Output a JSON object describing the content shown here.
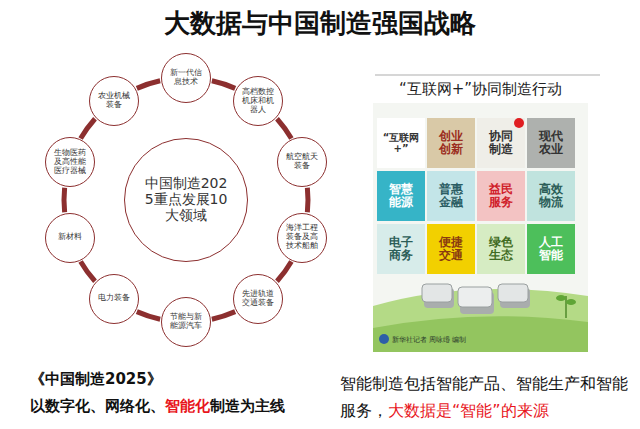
{
  "diagram": {
    "title": "大数据与中国制造强国战略",
    "nodes": [
      {
        "text": [
          "中国制造2025重点发展10大领域"
        ]
      },
      {
        "text": [
          "新一代信息技术"
        ]
      },
      {
        "text": [
          "高档数控机床和机器人"
        ]
      },
      {
        "text": [
          "航空航天装备"
        ]
      },
      {
        "text": [
          "海洋工程装备及高技术船舶"
        ]
      },
      {
        "text": [
          "先进轨道交通装备"
        ]
      },
      {
        "text": [
          "节能与新能源汽车"
        ]
      },
      {
        "text": [
          "电力装备"
        ]
      },
      {
        "text": [
          "新材料"
        ]
      },
      {
        "text": [
          "生物医药及高性能医疗器械"
        ]
      },
      {
        "text": [
          "农业机械装备"
        ]
      },
      {
        "text": [
          "“互联网+”"
        ]
      },
      {
        "text": [
          "创业创新"
        ]
      },
      {
        "text": [
          "协同制造"
        ]
      },
      {
        "text": [
          "现代农业"
        ]
      },
      {
        "text": [
          "智慧能源"
        ]
      },
      {
        "text": [
          "普惠金融"
        ]
      },
      {
        "text": [
          "益民服务"
        ]
      },
      {
        "text": [
          "高效物流"
        ]
      },
      {
        "text": [
          "电子商务"
        ]
      },
      {
        "text": [
          "便捷交通"
        ]
      },
      {
        "text": [
          "绿色生态"
        ]
      },
      {
        "text": [
          "人工智能"
        ]
      }
    ],
    "edges": [
      {
        "from": 1,
        "to": 2,
        "arrow": "none"
      },
      {
        "from": 2,
        "to": 3,
        "arrow": "none"
      },
      {
        "from": 3,
        "to": 4,
        "arrow": "none"
      },
      {
        "from": 4,
        "to": 5,
        "arrow": "none"
      },
      {
        "from": 5,
        "to": 6,
        "arrow": "none"
      },
      {
        "from": 6,
        "to": 7,
        "arrow": "none"
      },
      {
        "from": 7,
        "to": 8,
        "arrow": "none"
      },
      {
        "from": 8,
        "to": 9,
        "arrow": "none"
      },
      {
        "from": 9,
        "to": 10,
        "arrow": "none"
      },
      {
        "from": 10,
        "to": 1,
        "arrow": "none"
      }
    ],
    "labels": [
      "“互联网+”协同制造行动",
      "新华社记者 周咏缗 编制",
      "《中国制造2025》",
      "以数字化、网络化、",
      "智能化",
      "制造为主线",
      "智能制造包括智能产品、智能生产和智能服务，",
      "大数据是“智能”的来源"
    ]
  }
}
